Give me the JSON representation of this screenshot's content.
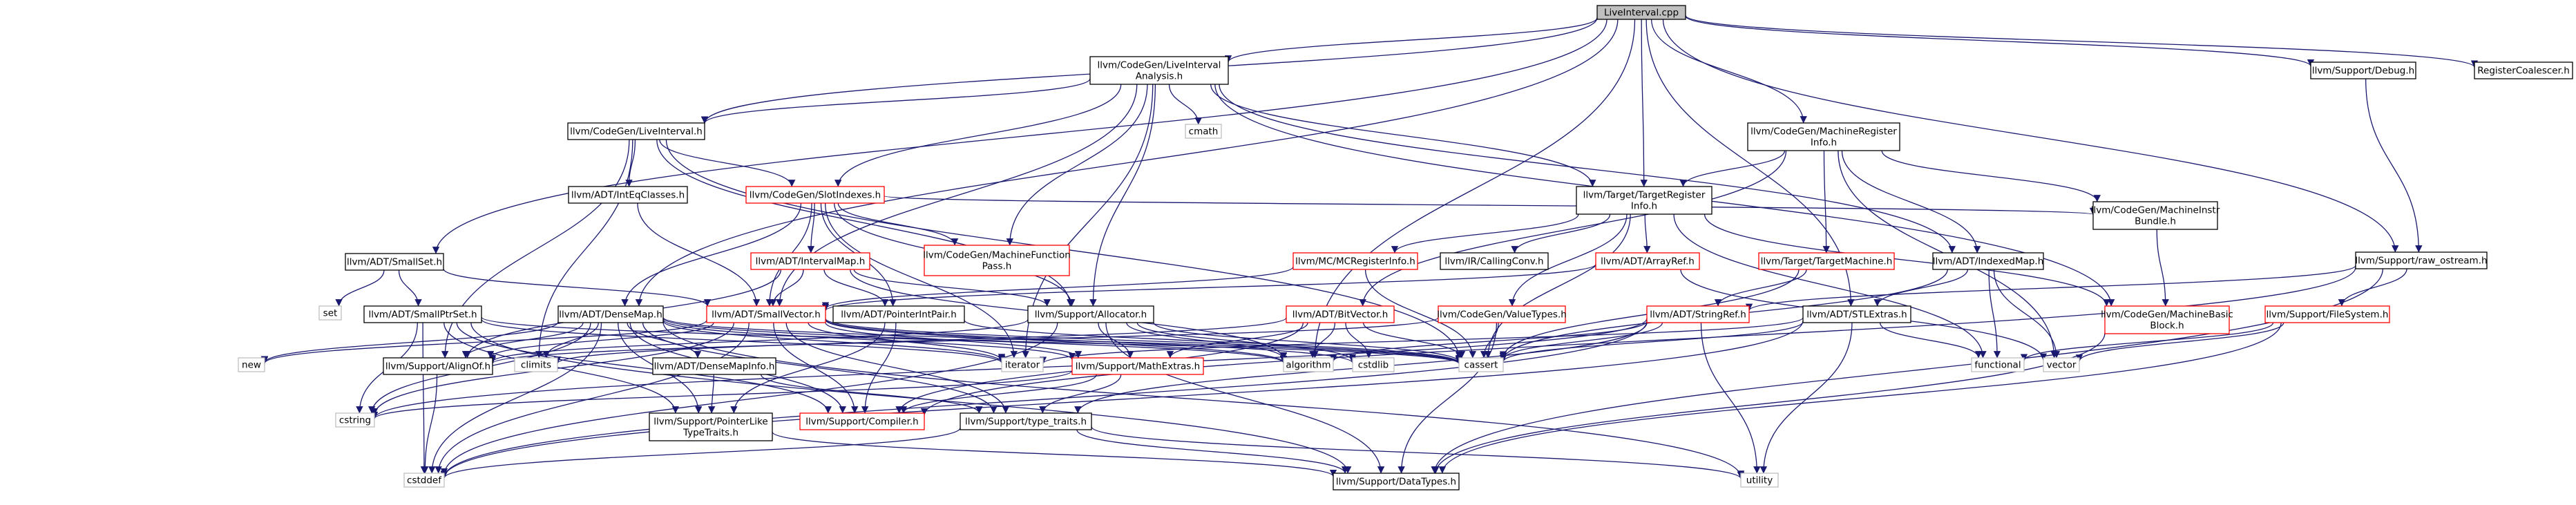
{
  "colors": {
    "root_fill": "#bfbfbf",
    "node_border": "#000000",
    "missing_border": "#ff0000",
    "external_border": "#bfbfbf",
    "edge": "#191970"
  },
  "nodes": {
    "liveinterval_cpp": {
      "lines": [
        "LiveInterval.cpp"
      ],
      "kind": "root"
    },
    "liveintervalanalysis_h": {
      "lines": [
        "llvm/CodeGen/LiveInterval",
        "Analysis.h"
      ],
      "kind": "normal"
    },
    "liveinterval_h": {
      "lines": [
        "llvm/CodeGen/LiveInterval.h"
      ],
      "kind": "normal"
    },
    "cmath": {
      "lines": [
        "cmath"
      ],
      "kind": "external"
    },
    "slotindexes_h": {
      "lines": [
        "llvm/CodeGen/SlotIndexes.h"
      ],
      "kind": "missing"
    },
    "intrusivelist_spacer": {
      "lines": [],
      "kind": "hidden"
    },
    "intEqClasses_h": {
      "lines": [
        "llvm/ADT/IntEqClasses.h"
      ],
      "kind": "normal"
    },
    "smallset_h": {
      "lines": [
        "llvm/ADT/SmallSet.h"
      ],
      "kind": "normal"
    },
    "set": {
      "lines": [
        "set"
      ],
      "kind": "external"
    },
    "smallptrset_h": {
      "lines": [
        "llvm/ADT/SmallPtrSet.h"
      ],
      "kind": "normal"
    },
    "densemap_h": {
      "lines": [
        "llvm/ADT/DenseMap.h"
      ],
      "kind": "normal"
    },
    "smallvector_h": {
      "lines": [
        "llvm/ADT/SmallVector.h"
      ],
      "kind": "missing"
    },
    "intervalmap_h": {
      "lines": [
        "llvm/ADT/IntervalMap.h"
      ],
      "kind": "missing"
    },
    "machinefunctionpass_h": {
      "lines": [
        "llvm/CodeGen/MachineFunction",
        "Pass.h"
      ],
      "kind": "missing"
    },
    "pointerintpair_h": {
      "lines": [
        "llvm/ADT/PointerIntPair.h"
      ],
      "kind": "normal"
    },
    "allocator_h": {
      "lines": [
        "llvm/Support/Allocator.h"
      ],
      "kind": "normal"
    },
    "new": {
      "lines": [
        "new"
      ],
      "kind": "external"
    },
    "alignof_h": {
      "lines": [
        "llvm/Support/AlignOf.h"
      ],
      "kind": "normal"
    },
    "climits": {
      "lines": [
        "climits"
      ],
      "kind": "external"
    },
    "densemapinfo_h": {
      "lines": [
        "llvm/ADT/DenseMapInfo.h"
      ],
      "kind": "normal"
    },
    "iterator": {
      "lines": [
        "iterator"
      ],
      "kind": "external"
    },
    "mathextras_h": {
      "lines": [
        "llvm/Support/MathExtras.h"
      ],
      "kind": "missing"
    },
    "algorithm": {
      "lines": [
        "algorithm"
      ],
      "kind": "external"
    },
    "cstdlib": {
      "lines": [
        "cstdlib"
      ],
      "kind": "external"
    },
    "cassert": {
      "lines": [
        "cassert"
      ],
      "kind": "external"
    },
    "cstring": {
      "lines": [
        "cstring"
      ],
      "kind": "external"
    },
    "pointerliketypetraits_h": {
      "lines": [
        "llvm/Support/PointerLike",
        "TypeTraits.h"
      ],
      "kind": "normal"
    },
    "compiler_h": {
      "lines": [
        "llvm/Support/Compiler.h"
      ],
      "kind": "missing"
    },
    "type_traits_h": {
      "lines": [
        "llvm/Support/type_traits.h"
      ],
      "kind": "normal"
    },
    "cstddef": {
      "lines": [
        "cstddef"
      ],
      "kind": "external"
    },
    "datatypes_h": {
      "lines": [
        "llvm/Support/DataTypes.h"
      ],
      "kind": "normal"
    },
    "utility": {
      "lines": [
        "utility"
      ],
      "kind": "external"
    },
    "machineregisterinfo_h": {
      "lines": [
        "llvm/CodeGen/MachineRegister",
        "Info.h"
      ],
      "kind": "normal"
    },
    "targetregisterinfo_h": {
      "lines": [
        "llvm/Target/TargetRegister",
        "Info.h"
      ],
      "kind": "normal"
    },
    "mcregisterinfo_h": {
      "lines": [
        "llvm/MC/MCRegisterInfo.h"
      ],
      "kind": "missing"
    },
    "callingconv_h": {
      "lines": [
        "llvm/IR/CallingConv.h"
      ],
      "kind": "normal"
    },
    "arrayref_h": {
      "lines": [
        "llvm/ADT/ArrayRef.h"
      ],
      "kind": "missing"
    },
    "targetmachine_h": {
      "lines": [
        "llvm/Target/TargetMachine.h"
      ],
      "kind": "missing"
    },
    "bitvector_h": {
      "lines": [
        "llvm/ADT/BitVector.h"
      ],
      "kind": "missing"
    },
    "valuetypes_h": {
      "lines": [
        "llvm/CodeGen/ValueTypes.h"
      ],
      "kind": "missing"
    },
    "stringref_h": {
      "lines": [
        "llvm/ADT/StringRef.h"
      ],
      "kind": "missing"
    },
    "indexedmap_h": {
      "lines": [
        "llvm/ADT/IndexedMap.h"
      ],
      "kind": "normal"
    },
    "stlextras_h": {
      "lines": [
        "llvm/ADT/STLExtras.h"
      ],
      "kind": "normal"
    },
    "machineinstrbundle_h": {
      "lines": [
        "llvm/CodeGen/MachineInstr",
        "Bundle.h"
      ],
      "kind": "normal"
    },
    "machinebasicblock_h": {
      "lines": [
        "llvm/CodeGen/MachineBasic",
        "Block.h"
      ],
      "kind": "missing"
    },
    "functional": {
      "lines": [
        "functional"
      ],
      "kind": "external"
    },
    "vector": {
      "lines": [
        "vector"
      ],
      "kind": "external"
    },
    "debug_h": {
      "lines": [
        "llvm/Support/Debug.h"
      ],
      "kind": "normal"
    },
    "registercoalescer_h": {
      "lines": [
        "RegisterCoalescer.h"
      ],
      "kind": "normal"
    },
    "raw_ostream_h": {
      "lines": [
        "llvm/Support/raw_ostream.h"
      ],
      "kind": "normal"
    },
    "filesystem_h": {
      "lines": [
        "llvm/Support/FileSystem.h"
      ],
      "kind": "missing"
    }
  },
  "edges": [
    [
      "liveinterval_cpp",
      "liveintervalanalysis_h"
    ],
    [
      "liveinterval_cpp",
      "liveinterval_h"
    ],
    [
      "liveinterval_cpp",
      "targetregisterinfo_h"
    ],
    [
      "liveinterval_cpp",
      "machineregisterinfo_h"
    ],
    [
      "liveinterval_cpp",
      "debug_h"
    ],
    [
      "liveinterval_cpp",
      "raw_ostream_h"
    ],
    [
      "liveinterval_cpp",
      "registercoalescer_h"
    ],
    [
      "liveinterval_cpp",
      "smallset_h"
    ],
    [
      "liveinterval_cpp",
      "stlextras_h"
    ],
    [
      "liveinterval_cpp",
      "densemap_h"
    ],
    [
      "liveinterval_cpp",
      "algorithm"
    ],
    [
      "liveintervalanalysis_h",
      "liveinterval_h"
    ],
    [
      "liveintervalanalysis_h",
      "slotindexes_h"
    ],
    [
      "liveintervalanalysis_h",
      "cmath"
    ],
    [
      "liveintervalanalysis_h",
      "machinefunctionpass_h"
    ],
    [
      "liveintervalanalysis_h",
      "allocator_h"
    ],
    [
      "liveintervalanalysis_h",
      "targetregisterinfo_h"
    ],
    [
      "liveintervalanalysis_h",
      "indexedmap_h"
    ],
    [
      "liveintervalanalysis_h",
      "machinebasicblock_h"
    ],
    [
      "liveintervalanalysis_h",
      "smallvector_h"
    ],
    [
      "liveintervalanalysis_h",
      "iterator"
    ],
    [
      "liveinterval_h",
      "slotindexes_h"
    ],
    [
      "liveinterval_h",
      "intEqClasses_h"
    ],
    [
      "liveinterval_h",
      "allocator_h"
    ],
    [
      "liveinterval_h",
      "alignof_h"
    ],
    [
      "liveinterval_h",
      "climits"
    ],
    [
      "liveinterval_h",
      "cassert"
    ],
    [
      "slotindexes_h",
      "densemap_h"
    ],
    [
      "slotindexes_h",
      "smallvector_h"
    ],
    [
      "slotindexes_h",
      "intervalmap_h"
    ],
    [
      "slotindexes_h",
      "machinefunctionpass_h"
    ],
    [
      "slotindexes_h",
      "pointerintpair_h"
    ],
    [
      "slotindexes_h",
      "allocator_h"
    ],
    [
      "slotindexes_h",
      "machineinstrbundle_h"
    ],
    [
      "slotindexes_h",
      "iterator"
    ],
    [
      "intEqClasses_h",
      "smallvector_h"
    ],
    [
      "smallset_h",
      "set"
    ],
    [
      "smallset_h",
      "smallptrset_h"
    ],
    [
      "smallset_h",
      "smallvector_h"
    ],
    [
      "smallptrset_h",
      "compiler_h"
    ],
    [
      "smallptrset_h",
      "datatypes_h"
    ],
    [
      "smallptrset_h",
      "cstring"
    ],
    [
      "smallptrset_h",
      "cstddef"
    ],
    [
      "smallptrset_h",
      "iterator"
    ],
    [
      "smallptrset_h",
      "cassert"
    ],
    [
      "smallptrset_h",
      "pointerliketypetraits_h"
    ],
    [
      "densemap_h",
      "new"
    ],
    [
      "densemap_h",
      "alignof_h"
    ],
    [
      "densemap_h",
      "climits"
    ],
    [
      "densemap_h",
      "densemapinfo_h"
    ],
    [
      "densemap_h",
      "iterator"
    ],
    [
      "densemap_h",
      "mathextras_h"
    ],
    [
      "densemap_h",
      "algorithm"
    ],
    [
      "densemap_h",
      "cassert"
    ],
    [
      "densemap_h",
      "cstddef"
    ],
    [
      "densemap_h",
      "type_traits_h"
    ],
    [
      "densemap_h",
      "pointerliketypetraits_h"
    ],
    [
      "densemap_h",
      "compiler_h"
    ],
    [
      "densemap_h",
      "utility"
    ],
    [
      "densemap_h",
      "cstring"
    ],
    [
      "smallvector_h",
      "alignof_h"
    ],
    [
      "smallvector_h",
      "compiler_h"
    ],
    [
      "smallvector_h",
      "mathextras_h"
    ],
    [
      "smallvector_h",
      "type_traits_h"
    ],
    [
      "smallvector_h",
      "algorithm"
    ],
    [
      "smallvector_h",
      "cassert"
    ],
    [
      "smallvector_h",
      "cstddef"
    ],
    [
      "smallvector_h",
      "cstdlib"
    ],
    [
      "smallvector_h",
      "cstring"
    ],
    [
      "smallvector_h",
      "iterator"
    ],
    [
      "smallvector_h",
      "new"
    ],
    [
      "intervalmap_h",
      "smallvector_h"
    ],
    [
      "intervalmap_h",
      "pointerintpair_h"
    ],
    [
      "intervalmap_h",
      "allocator_h"
    ],
    [
      "intervalmap_h",
      "alignof_h"
    ],
    [
      "intervalmap_h",
      "algorithm"
    ],
    [
      "pointerintpair_h",
      "pointerliketypetraits_h"
    ],
    [
      "pointerintpair_h",
      "compiler_h"
    ],
    [
      "pointerintpair_h",
      "cassert"
    ],
    [
      "allocator_h",
      "alignof_h"
    ],
    [
      "allocator_h",
      "datatypes_h"
    ],
    [
      "allocator_h",
      "mathextras_h"
    ],
    [
      "allocator_h",
      "algorithm"
    ],
    [
      "allocator_h",
      "cassert"
    ],
    [
      "allocator_h",
      "cstddef"
    ],
    [
      "allocator_h",
      "cstdlib"
    ],
    [
      "alignof_h",
      "cstddef"
    ],
    [
      "densemapinfo_h",
      "pointerliketypetraits_h"
    ],
    [
      "densemapinfo_h",
      "type_traits_h"
    ],
    [
      "mathextras_h",
      "compiler_h"
    ],
    [
      "mathextras_h",
      "type_traits_h"
    ],
    [
      "mathextras_h",
      "cstring"
    ],
    [
      "pointerliketypetraits_h",
      "datatypes_h"
    ],
    [
      "type_traits_h",
      "datatypes_h"
    ],
    [
      "type_traits_h",
      "cstddef"
    ],
    [
      "type_traits_h",
      "utility"
    ],
    [
      "machineregisterinfo_h",
      "targetregisterinfo_h"
    ],
    [
      "machineregisterinfo_h",
      "bitvector_h"
    ],
    [
      "machineregisterinfo_h",
      "indexedmap_h"
    ],
    [
      "machineregisterinfo_h",
      "machineinstrbundle_h"
    ],
    [
      "machineregisterinfo_h",
      "targetmachine_h"
    ],
    [
      "machineregisterinfo_h",
      "vector"
    ],
    [
      "targetregisterinfo_h",
      "mcregisterinfo_h"
    ],
    [
      "targetregisterinfo_h",
      "callingconv_h"
    ],
    [
      "targetregisterinfo_h",
      "arrayref_h"
    ],
    [
      "targetregisterinfo_h",
      "valuetypes_h"
    ],
    [
      "targetregisterinfo_h",
      "cassert"
    ],
    [
      "targetregisterinfo_h",
      "functional"
    ],
    [
      "targetregisterinfo_h",
      "machinebasicblock_h"
    ],
    [
      "mcregisterinfo_h",
      "cassert"
    ],
    [
      "mcregisterinfo_h",
      "smallvector_h"
    ],
    [
      "arrayref_h",
      "smallvector_h"
    ],
    [
      "arrayref_h",
      "vector"
    ],
    [
      "targetmachine_h",
      "stringref_h"
    ],
    [
      "targetmachine_h",
      "cassert"
    ],
    [
      "bitvector_h",
      "mathextras_h"
    ],
    [
      "bitvector_h",
      "algorithm"
    ],
    [
      "bitvector_h",
      "cassert"
    ],
    [
      "bitvector_h",
      "climits"
    ],
    [
      "bitvector_h",
      "cstdlib"
    ],
    [
      "bitvector_h",
      "compiler_h"
    ],
    [
      "valuetypes_h",
      "datatypes_h"
    ],
    [
      "valuetypes_h",
      "cassert"
    ],
    [
      "valuetypes_h",
      "alignof_h"
    ],
    [
      "stringref_h",
      "type_traits_h"
    ],
    [
      "stringref_h",
      "algorithm"
    ],
    [
      "stringref_h",
      "cassert"
    ],
    [
      "stringref_h",
      "cstring"
    ],
    [
      "stringref_h",
      "utility"
    ],
    [
      "stringref_h",
      "cstddef"
    ],
    [
      "indexedmap_h",
      "stlextras_h"
    ],
    [
      "indexedmap_h",
      "functional"
    ],
    [
      "indexedmap_h",
      "vector"
    ],
    [
      "indexedmap_h",
      "cassert"
    ],
    [
      "stlextras_h",
      "cassert"
    ],
    [
      "stlextras_h",
      "cstddef"
    ],
    [
      "stlextras_h",
      "functional"
    ],
    [
      "stlextras_h",
      "iterator"
    ],
    [
      "stlextras_h",
      "utility"
    ],
    [
      "machineinstrbundle_h",
      "machinebasicblock_h"
    ],
    [
      "machinebasicblock_h",
      "datatypes_h"
    ],
    [
      "debug_h",
      "raw_ostream_h"
    ],
    [
      "raw_ostream_h",
      "stringref_h"
    ],
    [
      "raw_ostream_h",
      "compiler_h"
    ],
    [
      "raw_ostream_h",
      "datatypes_h"
    ],
    [
      "raw_ostream_h",
      "filesystem_h"
    ],
    [
      "filesystem_h",
      "datatypes_h"
    ],
    [
      "filesystem_h",
      "vector"
    ],
    [
      "filesystem_h",
      "functional"
    ]
  ]
}
